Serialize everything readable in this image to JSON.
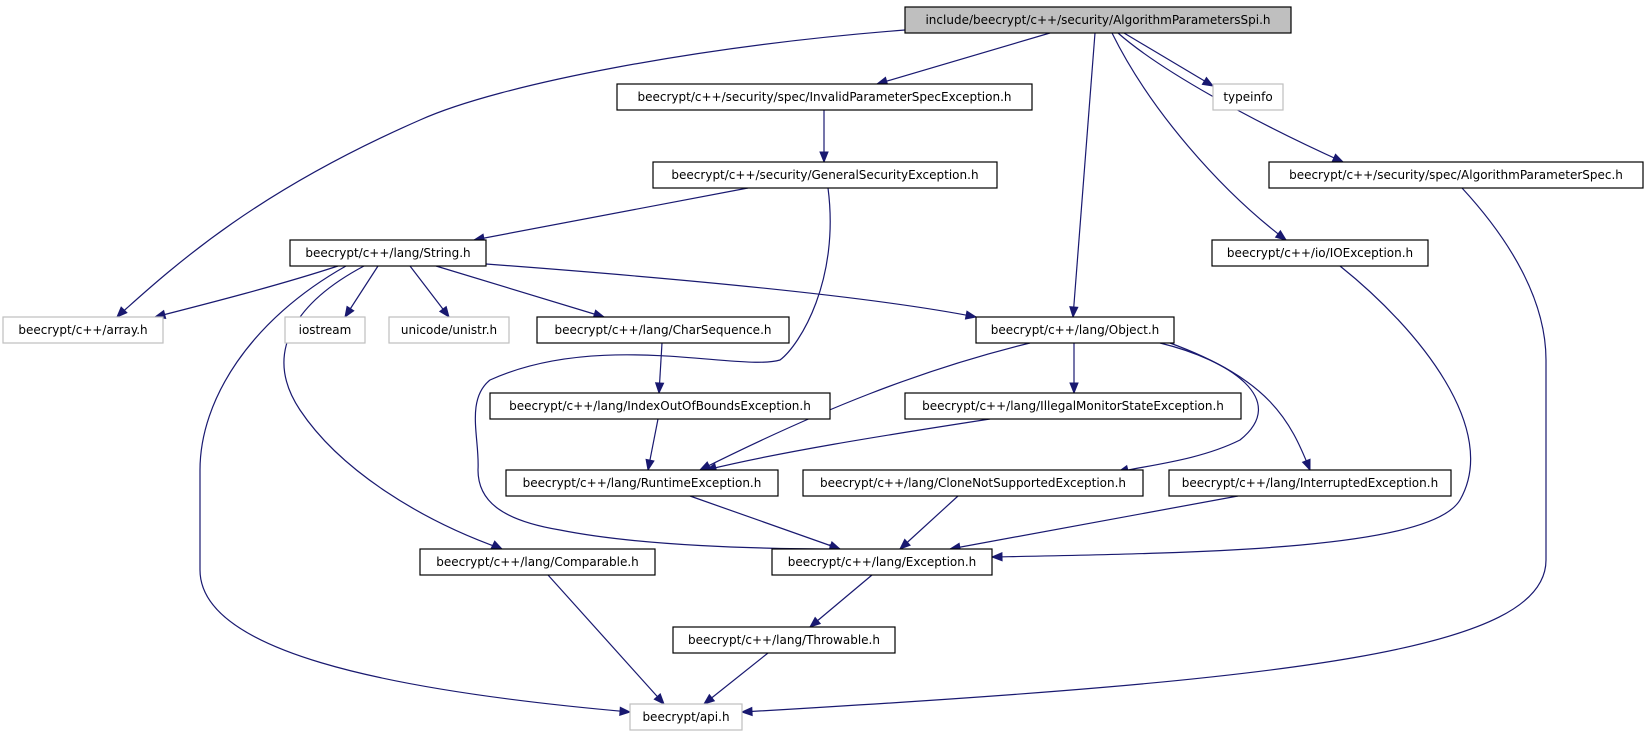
{
  "colors": {
    "edge": "#191970",
    "main_fill": "#bfbfbf",
    "documented_border": "#000000",
    "external_border": "#bfbfbf",
    "external_text": "#000000"
  },
  "diagram": {
    "nodes": [
      {
        "id": "AlgorithmParametersSpi",
        "label": "include/beecrypt/c++/security/AlgorithmParametersSpi.h",
        "kind": "main"
      },
      {
        "id": "InvalidParameterSpecException",
        "label": "beecrypt/c++/security/spec/InvalidParameterSpecException.h",
        "kind": "documented"
      },
      {
        "id": "typeinfo",
        "label": "typeinfo",
        "kind": "external"
      },
      {
        "id": "GeneralSecurityException",
        "label": "beecrypt/c++/security/GeneralSecurityException.h",
        "kind": "documented"
      },
      {
        "id": "AlgorithmParameterSpec",
        "label": "beecrypt/c++/security/spec/AlgorithmParameterSpec.h",
        "kind": "documented"
      },
      {
        "id": "String",
        "label": "beecrypt/c++/lang/String.h",
        "kind": "documented"
      },
      {
        "id": "IOException",
        "label": "beecrypt/c++/io/IOException.h",
        "kind": "documented"
      },
      {
        "id": "array",
        "label": "beecrypt/c++/array.h",
        "kind": "external"
      },
      {
        "id": "iostream",
        "label": "iostream",
        "kind": "external"
      },
      {
        "id": "unistr",
        "label": "unicode/unistr.h",
        "kind": "external"
      },
      {
        "id": "CharSequence",
        "label": "beecrypt/c++/lang/CharSequence.h",
        "kind": "documented"
      },
      {
        "id": "Object",
        "label": "beecrypt/c++/lang/Object.h",
        "kind": "documented"
      },
      {
        "id": "IndexOutOfBoundsException",
        "label": "beecrypt/c++/lang/IndexOutOfBoundsException.h",
        "kind": "documented"
      },
      {
        "id": "IllegalMonitorStateException",
        "label": "beecrypt/c++/lang/IllegalMonitorStateException.h",
        "kind": "documented"
      },
      {
        "id": "RuntimeException",
        "label": "beecrypt/c++/lang/RuntimeException.h",
        "kind": "documented"
      },
      {
        "id": "CloneNotSupportedException",
        "label": "beecrypt/c++/lang/CloneNotSupportedException.h",
        "kind": "documented"
      },
      {
        "id": "InterruptedException",
        "label": "beecrypt/c++/lang/InterruptedException.h",
        "kind": "documented"
      },
      {
        "id": "Comparable",
        "label": "beecrypt/c++/lang/Comparable.h",
        "kind": "documented"
      },
      {
        "id": "Exception",
        "label": "beecrypt/c++/lang/Exception.h",
        "kind": "documented"
      },
      {
        "id": "Throwable",
        "label": "beecrypt/c++/lang/Throwable.h",
        "kind": "documented"
      },
      {
        "id": "api",
        "label": "beecrypt/api.h",
        "kind": "external"
      }
    ],
    "edges": [
      {
        "from": "AlgorithmParametersSpi",
        "to": "array"
      },
      {
        "from": "AlgorithmParametersSpi",
        "to": "InvalidParameterSpecException"
      },
      {
        "from": "AlgorithmParametersSpi",
        "to": "typeinfo"
      },
      {
        "from": "AlgorithmParametersSpi",
        "to": "AlgorithmParameterSpec"
      },
      {
        "from": "AlgorithmParametersSpi",
        "to": "IOException"
      },
      {
        "from": "AlgorithmParametersSpi",
        "to": "Object"
      },
      {
        "from": "InvalidParameterSpecException",
        "to": "GeneralSecurityException"
      },
      {
        "from": "GeneralSecurityException",
        "to": "String"
      },
      {
        "from": "GeneralSecurityException",
        "to": "Exception"
      },
      {
        "from": "AlgorithmParameterSpec",
        "to": "api"
      },
      {
        "from": "String",
        "to": "array"
      },
      {
        "from": "String",
        "to": "iostream"
      },
      {
        "from": "String",
        "to": "unistr"
      },
      {
        "from": "String",
        "to": "CharSequence"
      },
      {
        "from": "String",
        "to": "Object"
      },
      {
        "from": "String",
        "to": "api"
      },
      {
        "from": "String",
        "to": "Comparable"
      },
      {
        "from": "IOException",
        "to": "Exception"
      },
      {
        "from": "CharSequence",
        "to": "IndexOutOfBoundsException"
      },
      {
        "from": "IndexOutOfBoundsException",
        "to": "RuntimeException"
      },
      {
        "from": "Object",
        "to": "RuntimeException"
      },
      {
        "from": "Object",
        "to": "IllegalMonitorStateException"
      },
      {
        "from": "Object",
        "to": "CloneNotSupportedException"
      },
      {
        "from": "Object",
        "to": "InterruptedException"
      },
      {
        "from": "IllegalMonitorStateException",
        "to": "RuntimeException"
      },
      {
        "from": "RuntimeException",
        "to": "Exception"
      },
      {
        "from": "CloneNotSupportedException",
        "to": "Exception"
      },
      {
        "from": "InterruptedException",
        "to": "Exception"
      },
      {
        "from": "Comparable",
        "to": "api"
      },
      {
        "from": "Exception",
        "to": "Throwable"
      },
      {
        "from": "Throwable",
        "to": "api"
      }
    ]
  }
}
